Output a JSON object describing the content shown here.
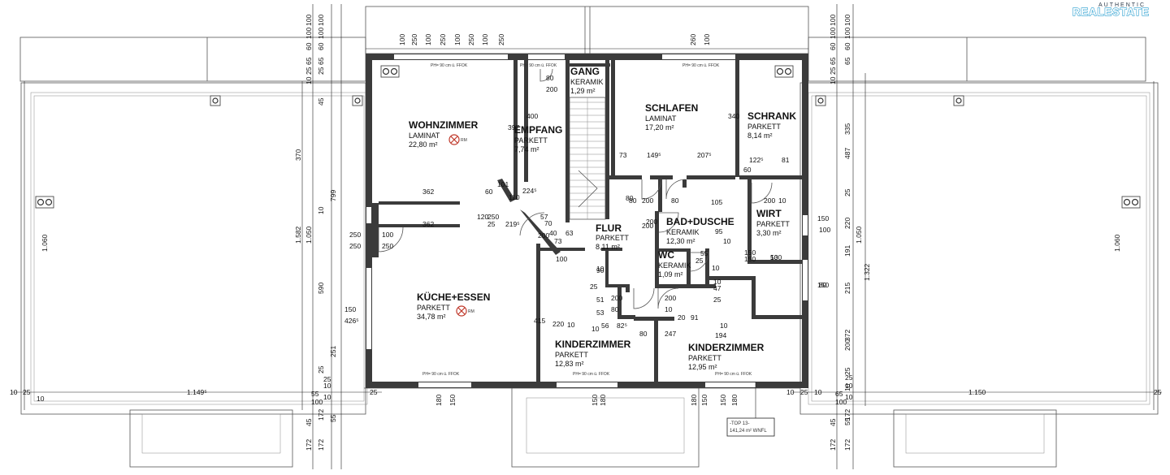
{
  "brand": {
    "top": "AUTHENTIC",
    "main": "REALESTATE"
  },
  "rooms": [
    {
      "id": "wohnzimmer",
      "name": "WOHNZIMMER",
      "floor": "LAMINAT",
      "area": "22,80 m²"
    },
    {
      "id": "empfang",
      "name": "EMPFANG",
      "floor": "PARKETT",
      "area": "7,74 m²"
    },
    {
      "id": "gang",
      "name": "GANG",
      "floor": "KERAMIK",
      "area": "1,29 m²"
    },
    {
      "id": "schlafen",
      "name": "SCHLAFEN",
      "floor": "LAMINAT",
      "area": "17,20 m²"
    },
    {
      "id": "schrank",
      "name": "SCHRANK",
      "floor": "PARKETT",
      "area": "8,14 m²"
    },
    {
      "id": "flur",
      "name": "FLUR",
      "floor": "PARKETT",
      "area": "8,11 m²"
    },
    {
      "id": "bad-dusche",
      "name": "BAD+DUSCHE",
      "floor": "KERAMIK",
      "area": "12,30 m²"
    },
    {
      "id": "wirt",
      "name": "WIRT",
      "floor": "PARKETT",
      "area": "3,30 m²"
    },
    {
      "id": "wc",
      "name": "WC",
      "floor": "KERAMIK",
      "area": "1,09 m²"
    },
    {
      "id": "kueche-essen",
      "name": "KÜCHE+ESSEN",
      "floor": "PARKETT",
      "area": "34,78 m²"
    },
    {
      "id": "kinderzimmer-1",
      "name": "KINDERZIMMER",
      "floor": "PARKETT",
      "area": "12,83 m²"
    },
    {
      "id": "kinderzimmer-2",
      "name": "KINDERZIMMER",
      "floor": "PARKETT",
      "area": "12,95 m²"
    }
  ],
  "rm_label": "RM",
  "parapet_label": "PH= 90 cm ü. FFOK",
  "top_box": {
    "line1": "-TOP 13-",
    "line2": "141,24 m² WNFL"
  },
  "dims": {
    "top_row": [
      "100",
      "250",
      "100",
      "250",
      "100",
      "250",
      "100",
      "250",
      "260",
      "100"
    ],
    "left_col_a": [
      "100",
      "100",
      "60",
      "65",
      "25",
      "10"
    ],
    "left_col_b": [
      "100",
      "100",
      "60",
      "65",
      "25"
    ],
    "right_col_a": [
      "100",
      "100",
      "60",
      "65",
      "25",
      "10"
    ],
    "right_col_b": [
      "100",
      "100",
      "60",
      "65"
    ],
    "side_left": [
      "1.582",
      "1.060",
      "1.050",
      "370",
      "45",
      "799",
      "10",
      "590",
      "251",
      "25"
    ],
    "side_right": [
      "1.322",
      "1.060",
      "1.050",
      "487",
      "335",
      "25",
      "220",
      "191",
      "215",
      "372",
      "200",
      "25",
      "10"
    ],
    "bottom_left": [
      "10",
      "25",
      "10",
      "1.149⁵",
      "100",
      "55",
      "25",
      "10",
      "10",
      "25"
    ],
    "bottom_right": [
      "10",
      "25",
      "10",
      "1.150",
      "100",
      "65",
      "25",
      "10",
      "10",
      "25"
    ],
    "bottom_row": [
      "180",
      "150",
      "150",
      "180",
      "180",
      "150",
      "150",
      "180"
    ],
    "lower_row": [
      "172",
      "172",
      "172",
      "172",
      "172",
      "172"
    ],
    "lower_row2": [
      "45",
      "55",
      "45",
      "55"
    ],
    "interior": [
      "362",
      "362",
      "60",
      "101",
      "110",
      "224⁵",
      "120",
      "250",
      "25",
      "219⁵",
      "397",
      "400",
      "80",
      "200",
      "73",
      "149⁵",
      "207⁵",
      "340",
      "122⁵",
      "81",
      "60",
      "80",
      "200",
      "80",
      "200",
      "105",
      "80",
      "200",
      "95",
      "10",
      "57",
      "70",
      "40",
      "200",
      "63",
      "73",
      "90",
      "10",
      "25",
      "53",
      "51",
      "10",
      "100",
      "250",
      "100",
      "250",
      "250",
      "150",
      "426⁵",
      "415",
      "220",
      "10",
      "56",
      "82⁵",
      "80",
      "200",
      "80",
      "200",
      "10",
      "20",
      "91",
      "247",
      "194",
      "10",
      "150",
      "53",
      "25",
      "47",
      "55",
      "10",
      "150",
      "100",
      "150",
      "100",
      "150",
      "80",
      "200",
      "10",
      "25",
      "10"
    ]
  }
}
